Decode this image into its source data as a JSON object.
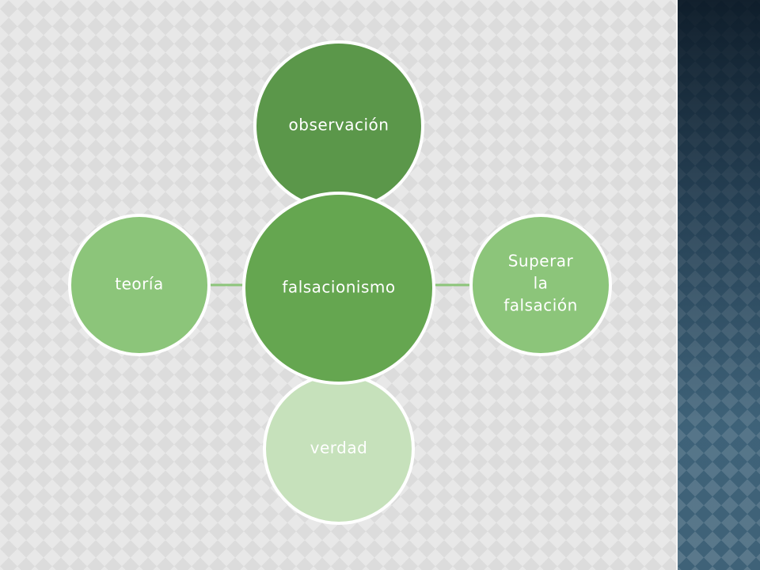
{
  "diagram": {
    "center": {
      "label": "falsacionismo"
    },
    "nodes": {
      "top": {
        "label": "observación"
      },
      "right": {
        "lines": [
          "Superar",
          "la",
          "falsación"
        ]
      },
      "bottom": {
        "label": "verdad"
      },
      "left": {
        "label": "teoría"
      }
    }
  },
  "colors": {
    "center_fill": "#65a650",
    "top_fill": "#5b974a",
    "right_fill": "#8cc57a",
    "left_fill": "#8cc57a",
    "bottom_fill": "#c6e1bb",
    "connector": "#8cc57a",
    "node_stroke": "#ffffff",
    "side_panel": "#3f6278"
  }
}
